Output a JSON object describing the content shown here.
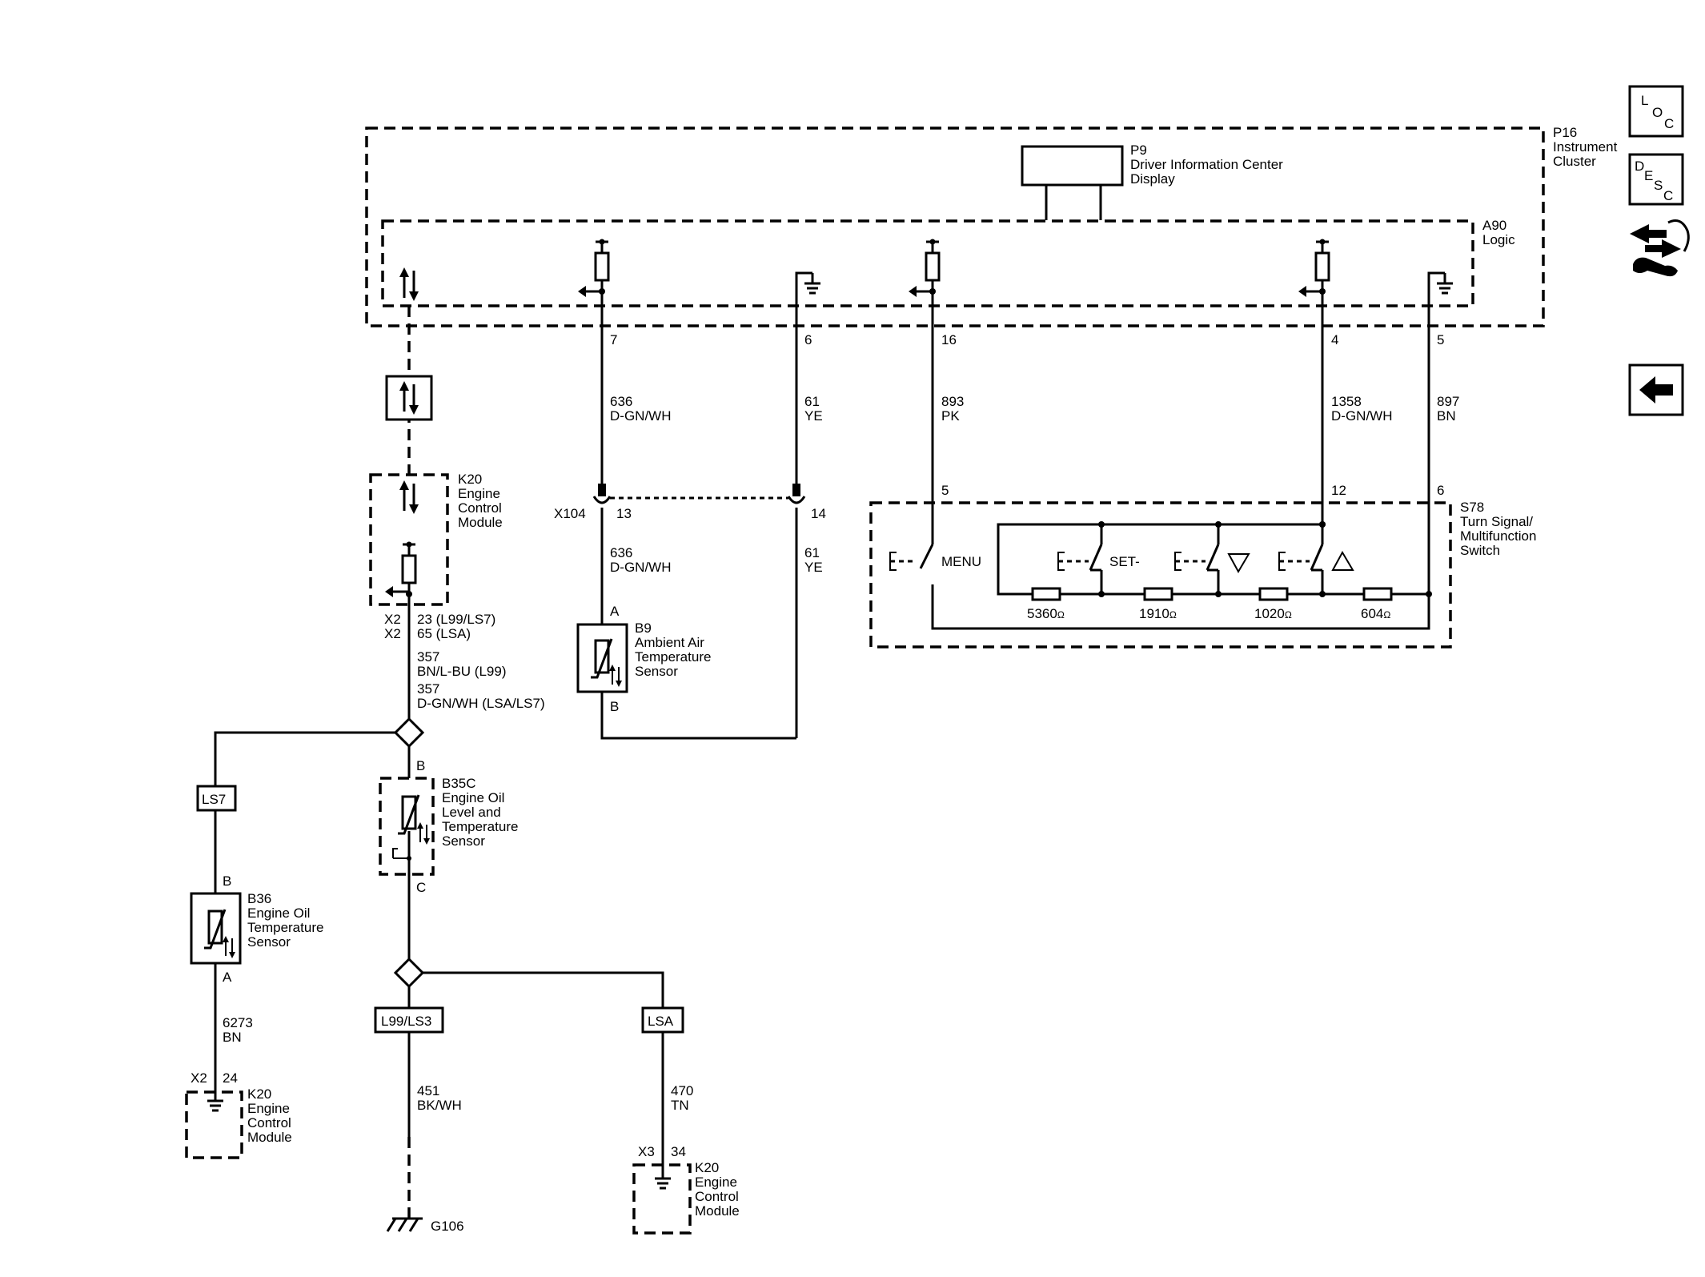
{
  "components": {
    "p16": {
      "id": "P16",
      "lines": [
        "Instrument",
        "Cluster"
      ]
    },
    "p9": {
      "id": "P9",
      "lines": [
        "Driver Information Center",
        "Display"
      ]
    },
    "a90": {
      "id": "A90",
      "lines": [
        "Logic"
      ]
    },
    "k20_top": {
      "id": "K20",
      "lines": [
        "Engine",
        "Control",
        "Module"
      ]
    },
    "b9": {
      "id": "B9",
      "lines": [
        "Ambient Air",
        "Temperature",
        "Sensor"
      ]
    },
    "s78": {
      "id": "S78",
      "lines": [
        "Turn Signal/",
        "Multifunction",
        "Switch"
      ]
    },
    "b35c": {
      "id": "B35C",
      "lines": [
        "Engine Oil",
        "Level and",
        "Temperature",
        "Sensor"
      ]
    },
    "b36": {
      "id": "B36",
      "lines": [
        "Engine Oil",
        "Temperature",
        "Sensor"
      ]
    },
    "k20_left": {
      "id": "K20",
      "lines": [
        "Engine",
        "Control",
        "Module"
      ]
    },
    "k20_right": {
      "id": "K20",
      "lines": [
        "Engine",
        "Control",
        "Module"
      ]
    },
    "g106": {
      "id": "G106"
    }
  },
  "pins": {
    "p7": "7",
    "p6": "6",
    "p16": "16",
    "p4": "4",
    "p5": "5",
    "s5": "5",
    "s12": "12",
    "s6": "6",
    "x104": "X104",
    "x104_13": "13",
    "x104_14": "14",
    "b9_a": "A",
    "b9_b": "B",
    "b35c_b": "B",
    "b35c_c": "C",
    "b36_b": "B",
    "b36_a": "A",
    "k20_x2_a": "X2",
    "k20_x2_b": "X2",
    "k20_23": "23 (L99/LS7)",
    "k20_65": "65 (LSA)",
    "k20l_x2": "X2",
    "k20l_24": "24",
    "k20r_x3": "X3",
    "k20r_34": "34"
  },
  "wires": {
    "w636_top": {
      "circuit": "636",
      "color": "D-GN/WH"
    },
    "w61_top": {
      "circuit": "61",
      "color": "YE"
    },
    "w893": {
      "circuit": "893",
      "color": "PK"
    },
    "w1358": {
      "circuit": "1358",
      "color": "D-GN/WH"
    },
    "w897": {
      "circuit": "897",
      "color": "BN"
    },
    "w636_bot": {
      "circuit": "636",
      "color": "D-GN/WH"
    },
    "w61_bot": {
      "circuit": "61",
      "color": "YE"
    },
    "w357_a": {
      "circuit": "357",
      "color": "BN/L-BU (L99)"
    },
    "w357_b": {
      "circuit": "357",
      "color": "D-GN/WH (LSA/LS7)"
    },
    "w6273": {
      "circuit": "6273",
      "color": "BN"
    },
    "w451": {
      "circuit": "451",
      "color": "BK/WH"
    },
    "w470": {
      "circuit": "470",
      "color": "TN"
    }
  },
  "options": {
    "ls7": "LS7",
    "l99ls3": "L99/LS3",
    "lsa": "LSA"
  },
  "switch": {
    "menu": "MENU",
    "set": "SET-",
    "r1": "5360",
    "r2": "1910",
    "r3": "1020",
    "r4": "604",
    "ohm": "Ω"
  },
  "nav": {
    "loc": [
      "L",
      "O",
      "C"
    ],
    "desc": [
      "D",
      "E",
      "S",
      "C"
    ]
  }
}
